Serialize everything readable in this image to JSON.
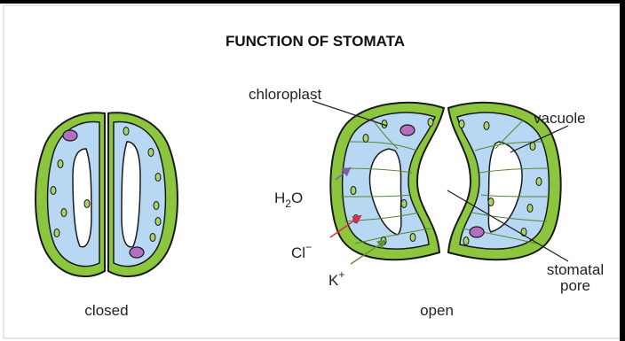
{
  "title": "FUNCTION OF STOMATA",
  "labels": {
    "closed": "closed",
    "open": "open",
    "chloroplast": "chloroplast",
    "vacuole": "vacuole",
    "water_main": "H",
    "water_sub": "2",
    "water_tail": "O",
    "chloride_main": "Cl",
    "chloride_sup": "−",
    "potassium_main": "K",
    "potassium_sup": "+",
    "stomatal_line1": "stomatal",
    "stomatal_line2": "pore"
  },
  "colors": {
    "guard_cell_wall": "#8cc63f",
    "cytoplasm": "#b7d7f2",
    "vacuole": "#ffffff",
    "chloroplast": "#a8d26a",
    "nucleus": "#b36fc0",
    "arrow_water": "#7a5fb0",
    "arrow_chloride": "#d0304a",
    "arrow_potassium": "#5f8f3a",
    "outline": "#1a1a1a"
  }
}
